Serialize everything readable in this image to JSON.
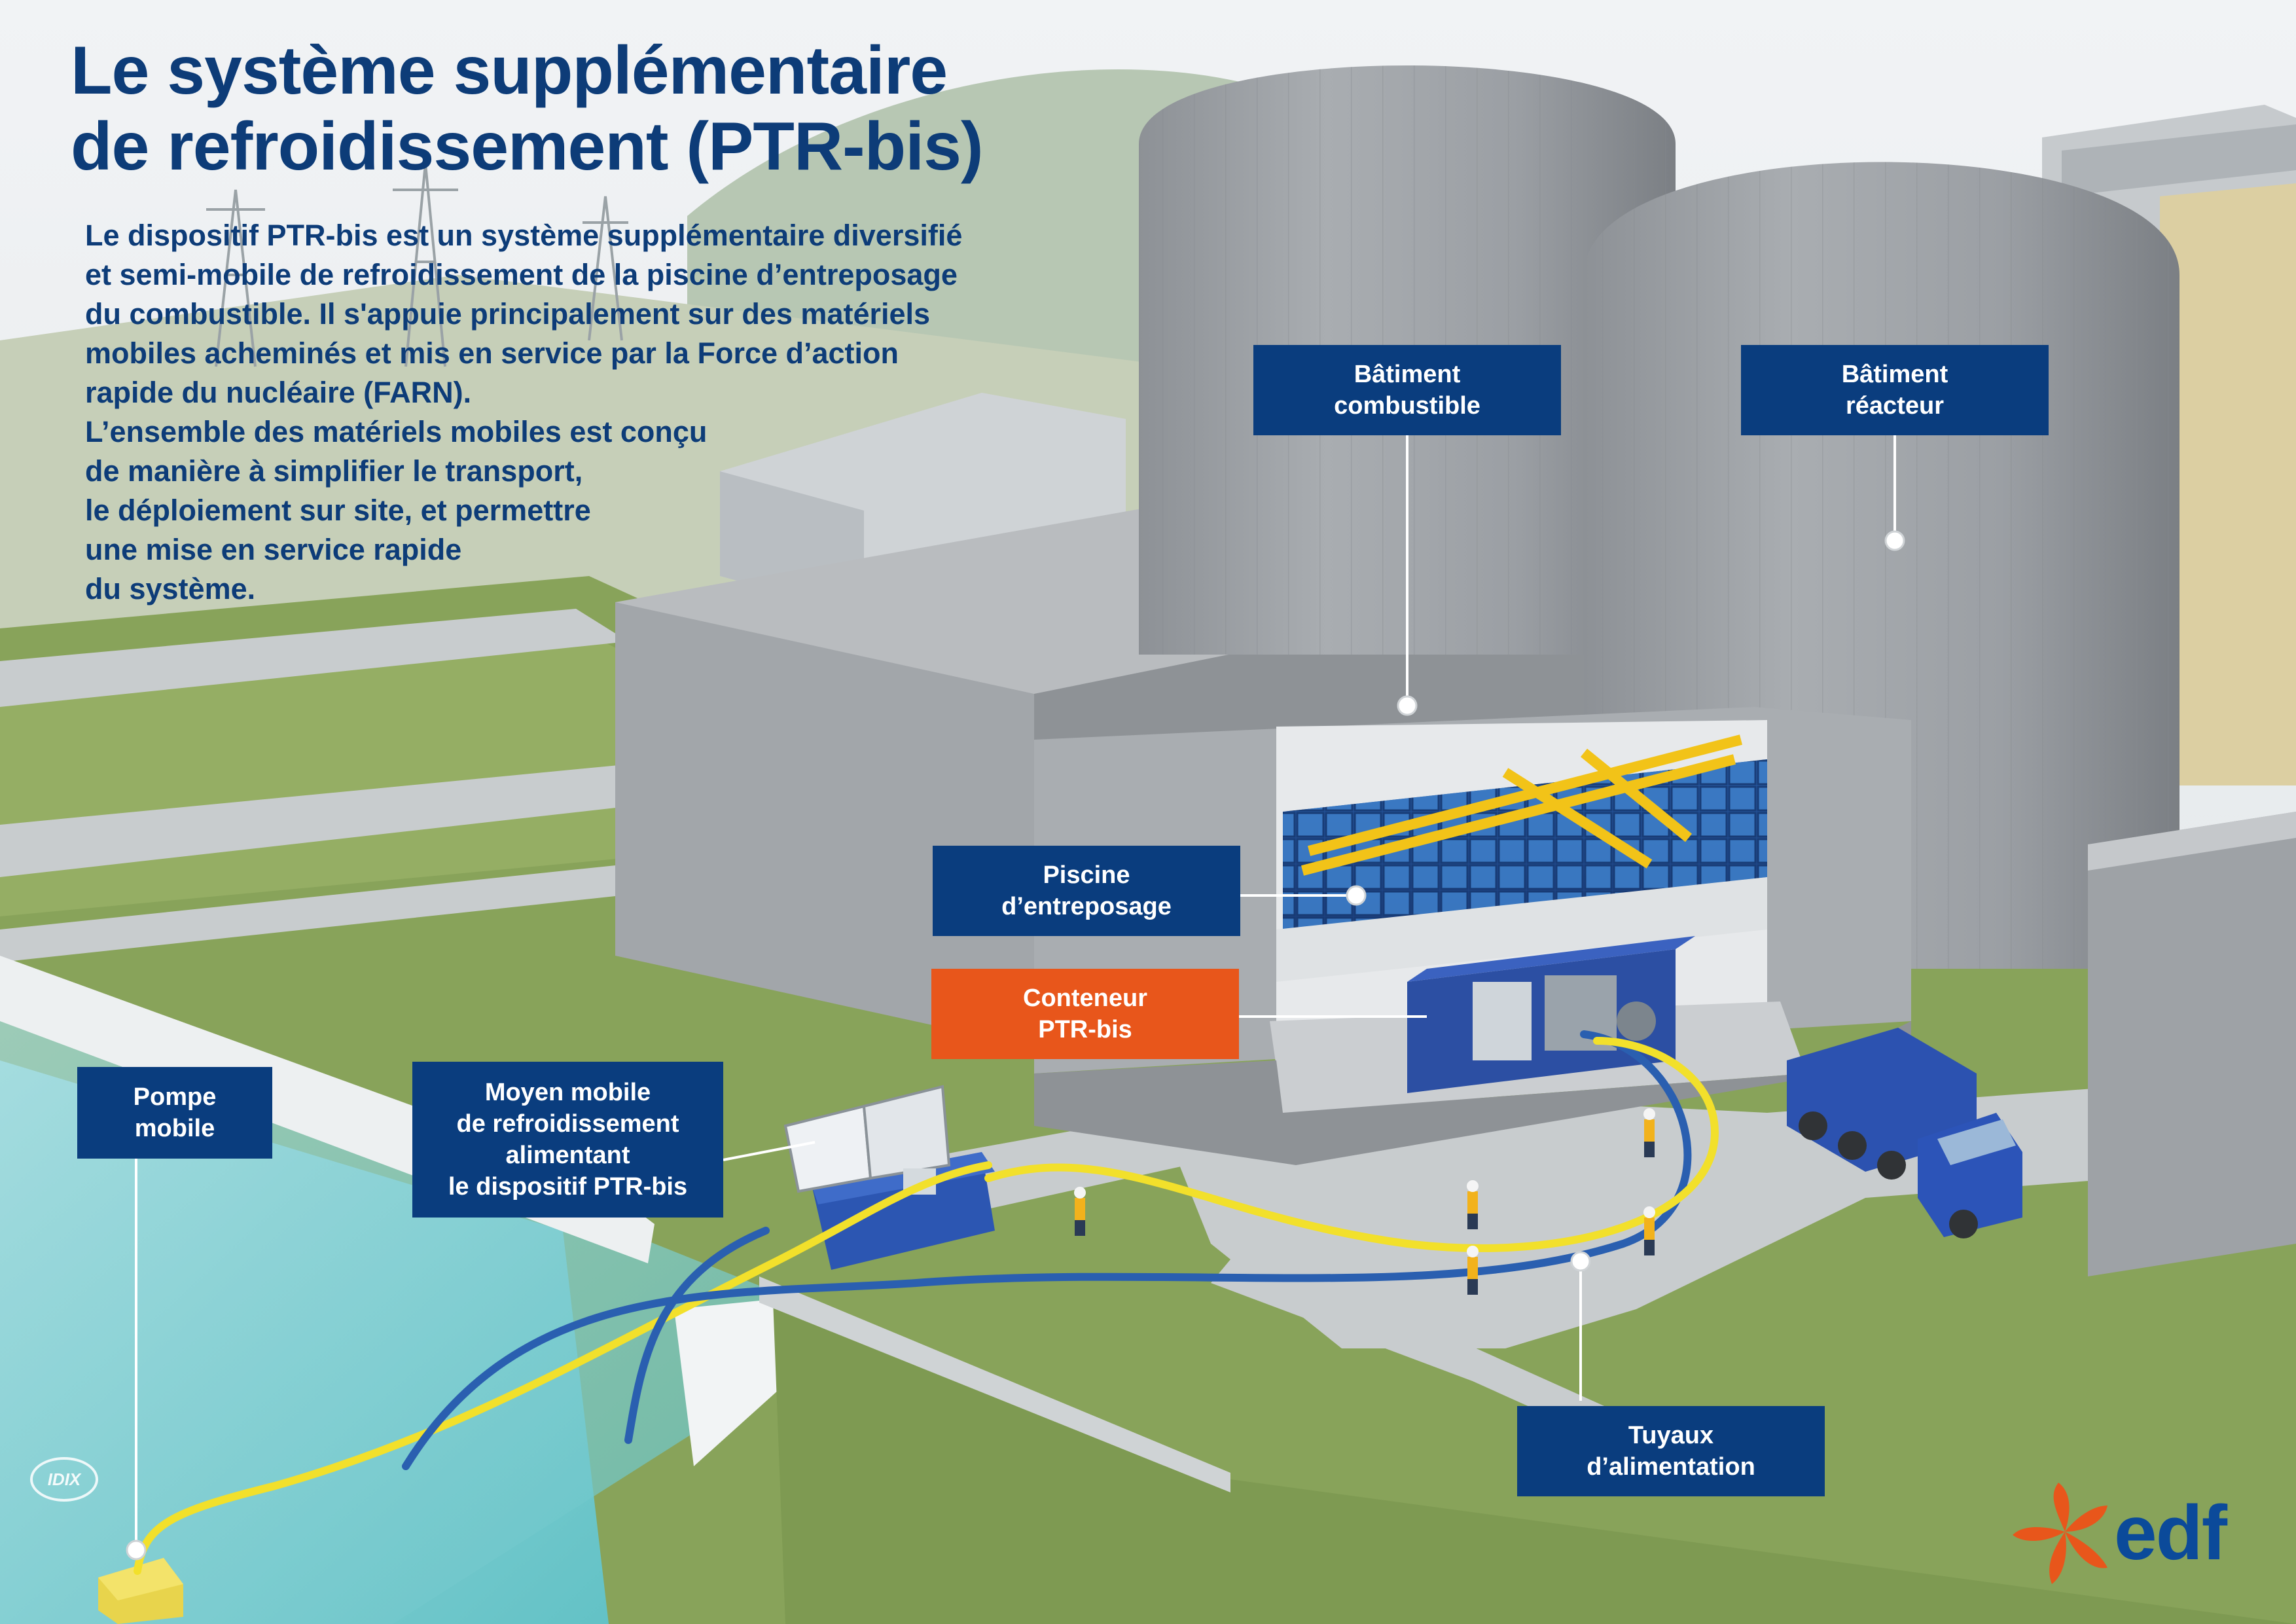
{
  "title": {
    "line1": "Le système supplémentaire",
    "line2": "de refroidissement (PTR-bis)"
  },
  "intro": {
    "lines": [
      "Le dispositif PTR-bis est un système supplémentaire diversifié",
      "et semi-mobile de refroidissement de la piscine d’entreposage",
      "du combustible. Il s'appuie principalement sur des matériels",
      "mobiles acheminés et mis en service par la Force d’action",
      "rapide du nucléaire (FARN).",
      "L’ensemble des matériels mobiles est conçu",
      "de manière à simplifier le transport,",
      "le déploiement sur site, et permettre",
      "une mise en service rapide",
      "du système."
    ]
  },
  "labels": {
    "batiment_combustible": [
      "Bâtiment",
      "combustible"
    ],
    "batiment_reacteur": [
      "Bâtiment",
      "réacteur"
    ],
    "piscine": [
      "Piscine",
      "d’entreposage"
    ],
    "conteneur": [
      "Conteneur",
      "PTR-bis"
    ],
    "pompe": [
      "Pompe",
      "mobile"
    ],
    "moyen_mobile": [
      "Moyen mobile",
      "de refroidissement",
      "alimentant",
      "le dispositif PTR-bis"
    ],
    "tuyaux": [
      "Tuyaux",
      "d’alimentation"
    ]
  },
  "branding": {
    "idix": "IDIX",
    "edf": "edf"
  },
  "colors": {
    "label_blue": "#0a3d7e",
    "label_orange": "#e8561b",
    "title_blue": "#0d3c78",
    "edf_orange": "#e8561b",
    "edf_blue": "#0b4a9a",
    "hose_yellow": "#f2e02b",
    "hose_blue": "#2a5fb0"
  }
}
